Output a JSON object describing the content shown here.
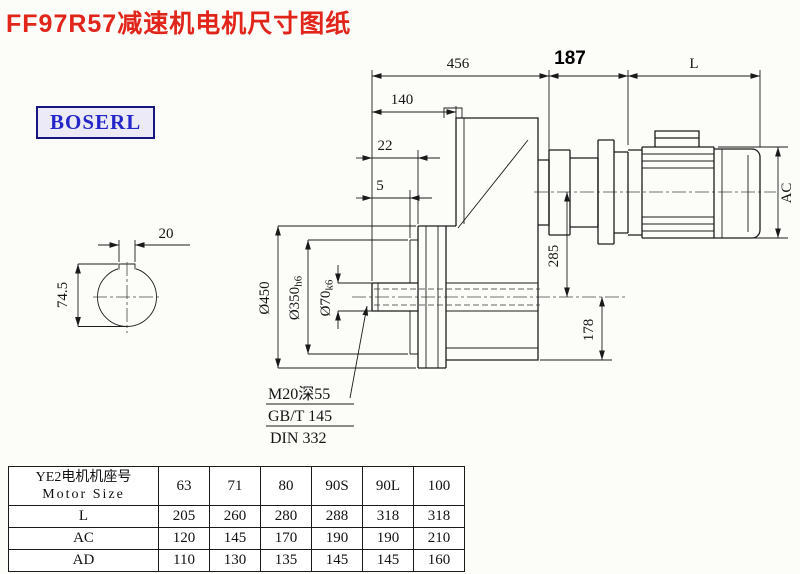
{
  "title": "FF97R57减速机电机尺寸图纸",
  "logo": "BOSERL",
  "colors": {
    "title_red": "#e1251b",
    "logo_blue": "#2526c9",
    "line": "#1a1a1a"
  },
  "drawing": {
    "dims": {
      "total_456": "456",
      "adapter_187": "187",
      "motor_L": "L",
      "front_140": "140",
      "step_22": "22",
      "step_5": "5",
      "key_20": "20",
      "key_74_5": "74.5",
      "center_285": "285",
      "bottom_178": "178",
      "motor_AC": "AC",
      "flange_450": "Ø450",
      "spigot_350": {
        "main": "Ø350",
        "tol": "h6"
      },
      "shaft_70": {
        "main": "Ø70",
        "tol": "k6"
      }
    },
    "notes": [
      "M20深55",
      "GB/T 145",
      "DIN 332"
    ]
  },
  "table": {
    "header": {
      "motor_cn": "YE2电机机座号",
      "motor_en": "Motor Size",
      "sizes": [
        "63",
        "71",
        "80",
        "90S",
        "90L",
        "100"
      ]
    },
    "rows": [
      {
        "label": "L",
        "values": [
          "205",
          "260",
          "280",
          "288",
          "318",
          "318"
        ]
      },
      {
        "label": "AC",
        "values": [
          "120",
          "145",
          "170",
          "190",
          "190",
          "210"
        ]
      },
      {
        "label": "AD",
        "values": [
          "110",
          "130",
          "135",
          "145",
          "145",
          "160"
        ]
      }
    ]
  }
}
